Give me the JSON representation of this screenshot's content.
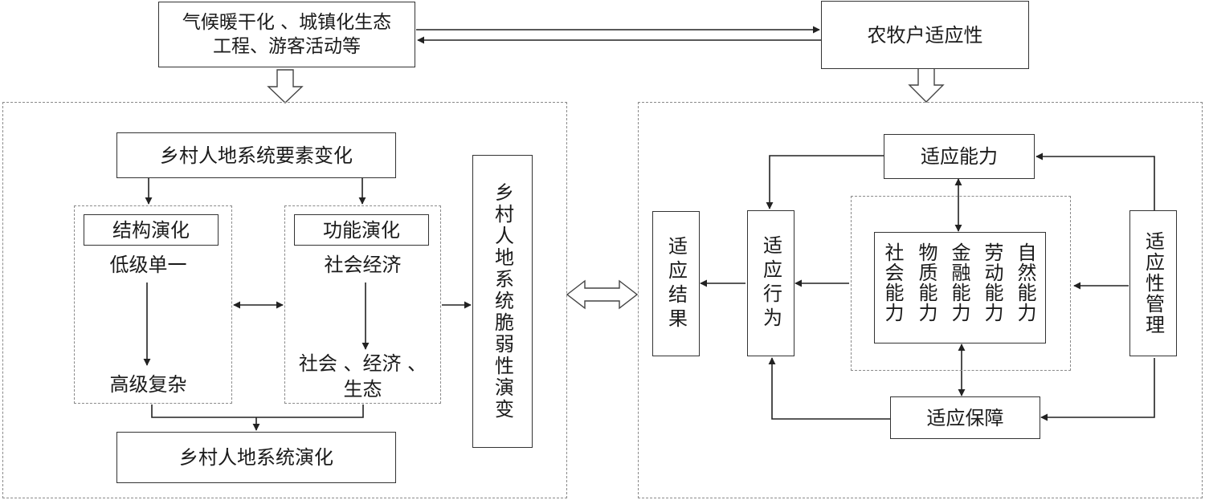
{
  "top": {
    "drivers": "气候暖干化 、城镇化生态\n工程、游客活动等",
    "adaptability": "农牧户适应性"
  },
  "left_panel": {
    "element_change": "乡村人地系统要素变化",
    "structure_title": "结构演化",
    "structure_from": "低级单一",
    "structure_to": "高级复杂",
    "function_title": "功能演化",
    "function_from": "社会经济",
    "function_to": "社会 、经济 、\n生态",
    "system_evolution": "乡村人地系统演化",
    "vulnerability": "乡村人地系统脆弱性演变"
  },
  "right_panel": {
    "adapt_capacity": "适应能力",
    "adapt_guarantee": "适应保障",
    "adapt_result": "适应结果",
    "adapt_behavior": "适应行为",
    "adapt_management": "适应性管理",
    "capitals": [
      "社会能力",
      "物质能力",
      "金融能力",
      "劳动能力",
      "自然能力"
    ]
  }
}
